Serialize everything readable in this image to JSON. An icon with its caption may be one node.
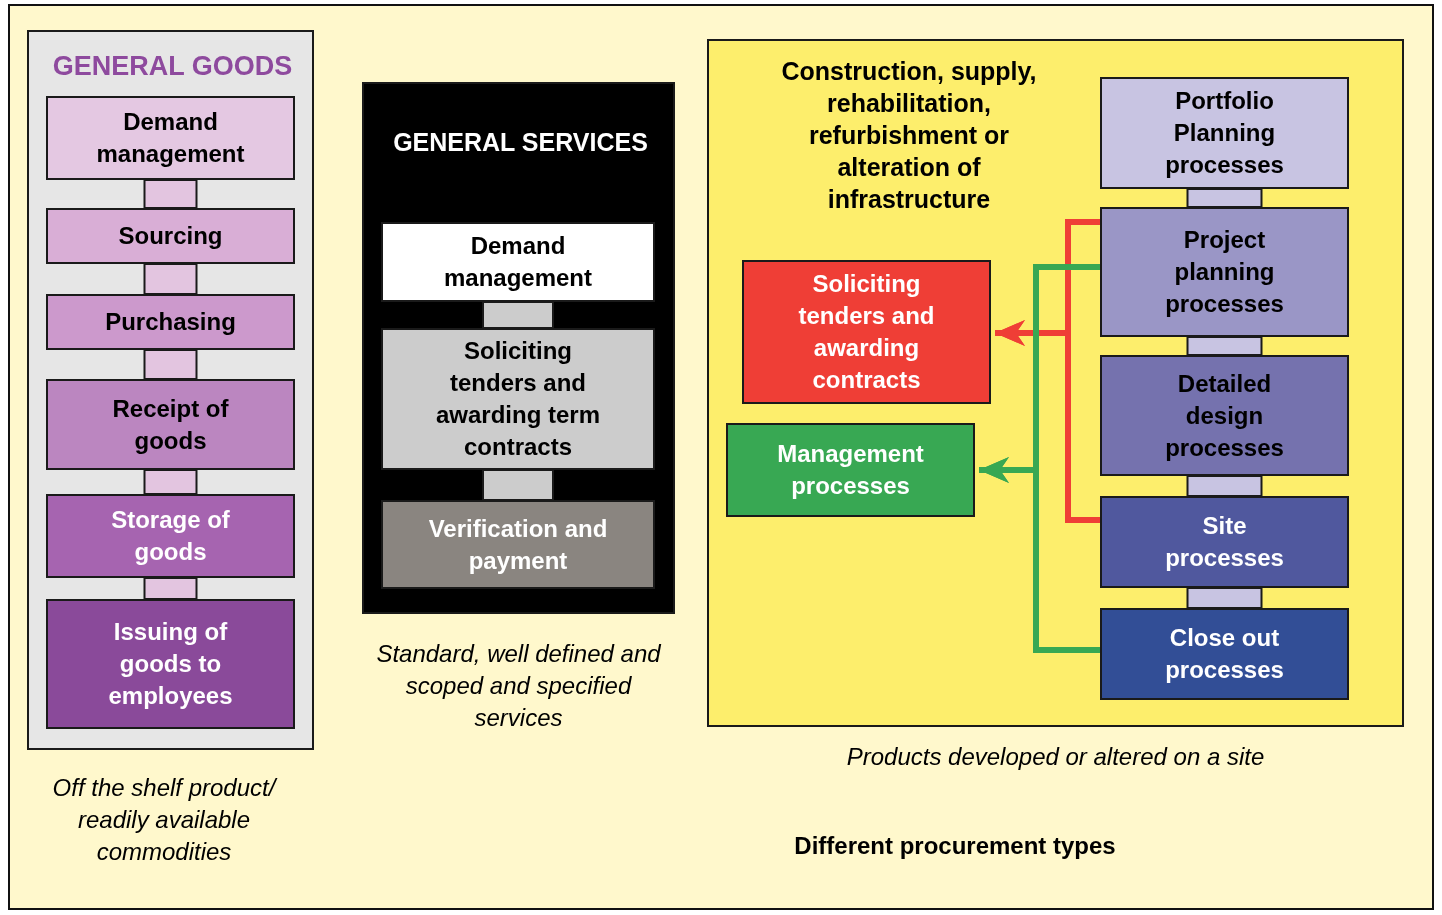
{
  "diagram": {
    "caption": "Different procurement types",
    "nodes": [
      {
        "text": [
          "GENERAL GOODS"
        ],
        "beside": [
          "Off the shelf product/ readily available commodities"
        ]
      },
      {
        "text": [
          "Demand management"
        ],
        "in": 0
      },
      {
        "text": [
          "Sourcing"
        ],
        "in": 0
      },
      {
        "text": [
          "Purchasing"
        ],
        "in": 0
      },
      {
        "text": [
          "Receipt of goods"
        ],
        "in": 0
      },
      {
        "text": [
          "Storage of goods"
        ],
        "in": 0
      },
      {
        "text": [
          "Issuing of goods to employees"
        ],
        "in": 0
      },
      {
        "text": [
          "GENERAL SERVICES"
        ],
        "beside": [
          "Standard, well defined and scoped and specified services"
        ]
      },
      {
        "text": [
          "Demand management"
        ],
        "in": 7
      },
      {
        "text": [
          "Soliciting tenders and awarding term contracts"
        ],
        "in": 7
      },
      {
        "text": [
          "Verification and payment"
        ],
        "in": 7
      },
      {
        "text": [
          "Construction, supply, rehabilitation, refurbishment or alteration of infrastructure"
        ],
        "beside": [
          "Products developed or altered on a site"
        ]
      },
      {
        "text": [
          "Soliciting tenders and awarding contracts"
        ],
        "in": 11
      },
      {
        "text": [
          "Management processes"
        ],
        "in": 11
      },
      {
        "text": [
          "Portfolio Planning processes"
        ],
        "in": 11
      },
      {
        "text": [
          "Project planning processes"
        ],
        "in": 11
      },
      {
        "text": [
          "Detailed design processes"
        ],
        "in": 11
      },
      {
        "text": [
          "Site processes"
        ],
        "in": 11
      },
      {
        "text": [
          "Close out processes"
        ],
        "in": 11
      }
    ],
    "edges": [
      {
        "from": 1,
        "to": 2,
        "arrow": "none",
        "style": "thick",
        "color": "#e3c5e0"
      },
      {
        "from": 2,
        "to": 3,
        "arrow": "none",
        "style": "thick",
        "color": "#e3c5e0"
      },
      {
        "from": 3,
        "to": 4,
        "arrow": "none",
        "style": "thick",
        "color": "#e3c5e0"
      },
      {
        "from": 4,
        "to": 5,
        "arrow": "none",
        "style": "thick",
        "color": "#e3c5e0"
      },
      {
        "from": 5,
        "to": 6,
        "arrow": "none",
        "style": "thick",
        "color": "#e3c5e0"
      },
      {
        "from": 8,
        "to": 9,
        "arrow": "none",
        "style": "thick",
        "color": "#cccccc"
      },
      {
        "from": 9,
        "to": 10,
        "arrow": "none",
        "style": "thick",
        "color": "#cccccc"
      },
      {
        "from": 14,
        "to": 15,
        "arrow": "none",
        "style": "thick",
        "color": "#c8c4e2"
      },
      {
        "from": 15,
        "to": 16,
        "arrow": "none",
        "style": "thick",
        "color": "#c8c4e2"
      },
      {
        "from": 16,
        "to": 17,
        "arrow": "none",
        "style": "thick",
        "color": "#c8c4e2"
      },
      {
        "from": 17,
        "to": 18,
        "arrow": "none",
        "style": "thick",
        "color": "#c8c4e2"
      },
      {
        "from": 15,
        "to": 12,
        "arrow": "to",
        "color": "#ef3e36"
      },
      {
        "from": 17,
        "to": 12,
        "arrow": "to",
        "color": "#ef3e36"
      },
      {
        "from": 15,
        "to": 13,
        "arrow": "to",
        "color": "#38a853"
      },
      {
        "from": 18,
        "to": 13,
        "arrow": "to",
        "color": "#38a853"
      }
    ]
  }
}
